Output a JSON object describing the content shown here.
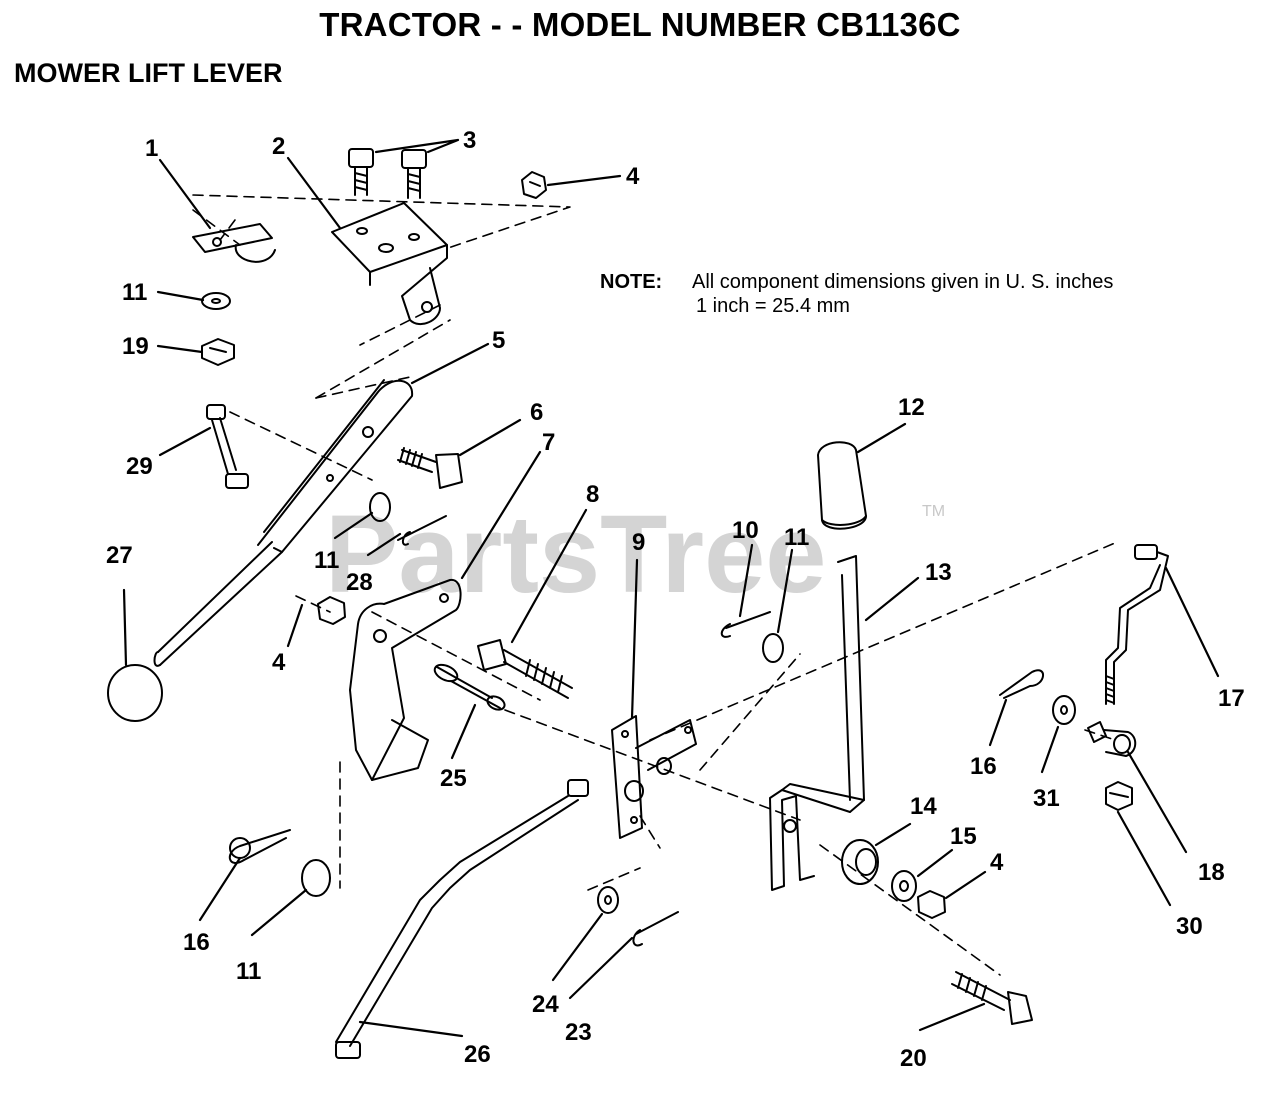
{
  "title": "TRACTOR - - MODEL NUMBER CB1136C",
  "subtitle": "MOWER LIFT LEVER",
  "note": {
    "label": "NOTE:",
    "line1": "All component dimensions given in U. S. inches",
    "line2": "1 inch = 25.4 mm"
  },
  "watermark": {
    "text": "PartsTree",
    "tm": "TM"
  },
  "callouts": [
    "1",
    "2",
    "3",
    "4",
    "4",
    "4",
    "5",
    "6",
    "7",
    "8",
    "9",
    "10",
    "11",
    "11",
    "11",
    "11",
    "12",
    "13",
    "14",
    "15",
    "16",
    "16",
    "17",
    "18",
    "19",
    "20",
    "23",
    "24",
    "25",
    "26",
    "27",
    "28",
    "29",
    "30",
    "31"
  ]
}
